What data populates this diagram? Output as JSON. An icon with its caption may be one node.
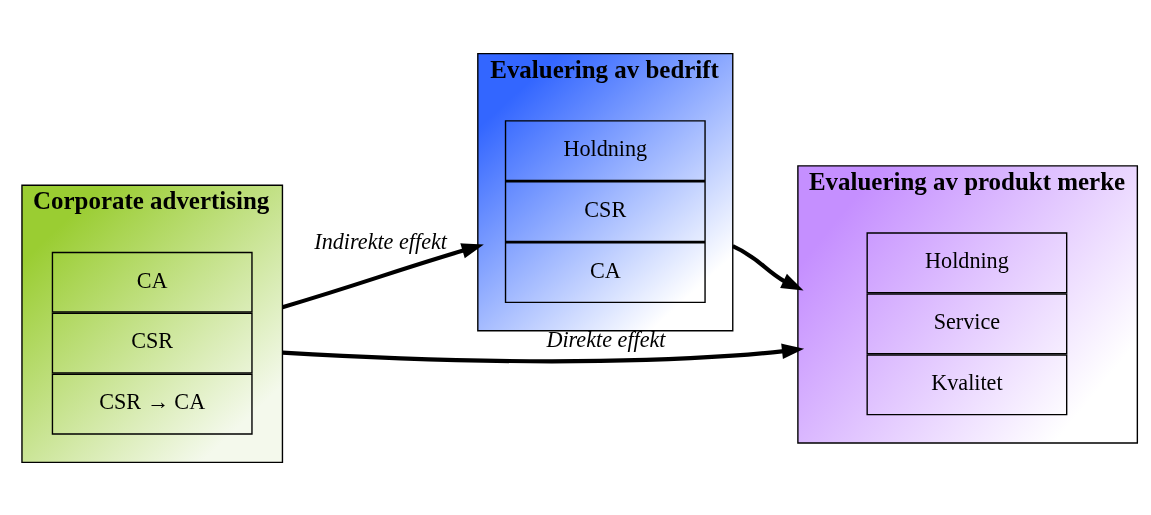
{
  "diagram": {
    "nodes": [
      {
        "text": [
          "Corporate advertising"
        ]
      },
      {
        "text": [
          "CA"
        ],
        "in": 0
      },
      {
        "text": [
          "CSR"
        ],
        "in": 0
      },
      {
        "text": [
          "CSR → CA"
        ],
        "in": 0
      },
      {
        "text": [
          "Evaluering av bedrift"
        ]
      },
      {
        "text": [
          "Holdning"
        ],
        "in": 4
      },
      {
        "text": [
          "CSR"
        ],
        "in": 4
      },
      {
        "text": [
          "CA"
        ],
        "in": 4
      },
      {
        "text": [
          "Evaluering av produkt merke"
        ]
      },
      {
        "text": [
          "Holdning"
        ],
        "in": 8
      },
      {
        "text": [
          "Service"
        ],
        "in": 8
      },
      {
        "text": [
          "Kvalitet"
        ],
        "in": 8
      }
    ],
    "edges": [
      {
        "from": 0,
        "to": 4,
        "arrow": "to",
        "label": "Indirekte effekt"
      },
      {
        "from": 4,
        "to": 8,
        "arrow": "to"
      },
      {
        "from": 0,
        "to": 8,
        "arrow": "to",
        "label": "Direkte effekt"
      }
    ]
  }
}
